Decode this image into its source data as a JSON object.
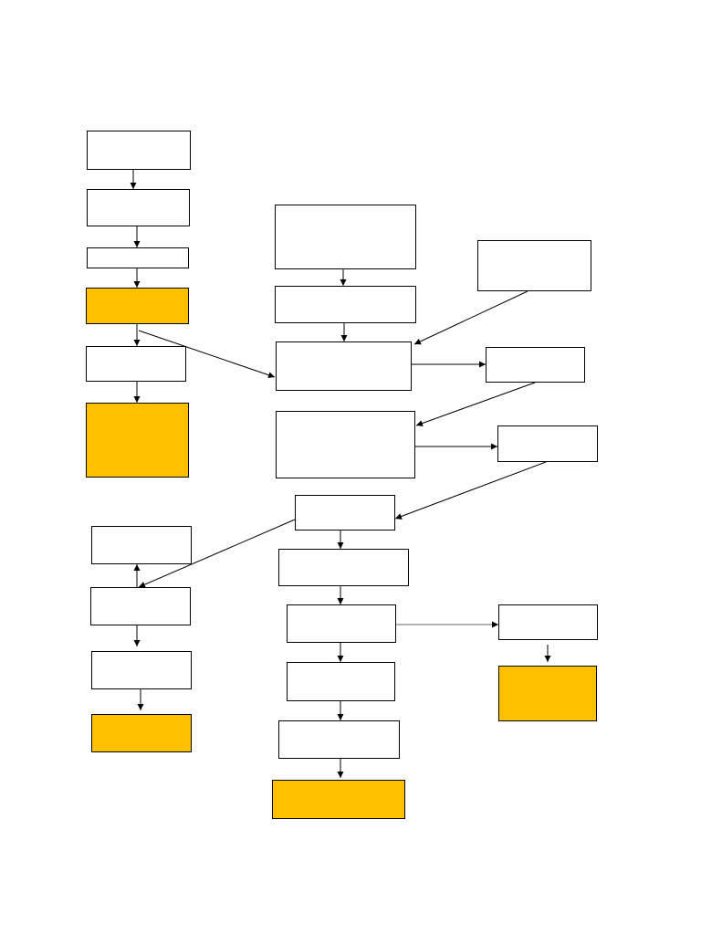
{
  "colors": {
    "highlight": "#FFC000",
    "line": "#000000",
    "background": "#FFFFFF"
  },
  "boxes": [
    {
      "id": "left-1",
      "label": "",
      "highlight": false
    },
    {
      "id": "left-2",
      "label": "",
      "highlight": false
    },
    {
      "id": "left-3",
      "label": "",
      "highlight": false
    },
    {
      "id": "left-4",
      "label": "",
      "highlight": true
    },
    {
      "id": "left-5",
      "label": "",
      "highlight": false
    },
    {
      "id": "left-6",
      "label": "",
      "highlight": true
    },
    {
      "id": "center-1",
      "label": "",
      "highlight": false
    },
    {
      "id": "center-2",
      "label": "",
      "highlight": false
    },
    {
      "id": "center-3",
      "label": "",
      "highlight": false
    },
    {
      "id": "center-4",
      "label": "",
      "highlight": false
    },
    {
      "id": "right-1",
      "label": "",
      "highlight": false
    },
    {
      "id": "right-2",
      "label": "",
      "highlight": false
    },
    {
      "id": "right-3",
      "label": "",
      "highlight": false
    },
    {
      "id": "mid-1",
      "label": "",
      "highlight": false
    },
    {
      "id": "mid-2",
      "label": "",
      "highlight": false
    },
    {
      "id": "mid-3",
      "label": "",
      "highlight": false
    },
    {
      "id": "mid-4",
      "label": "",
      "highlight": false
    },
    {
      "id": "mid-5",
      "label": "",
      "highlight": false
    },
    {
      "id": "mid-6",
      "label": "",
      "highlight": true
    },
    {
      "id": "lower-left-1",
      "label": "",
      "highlight": false
    },
    {
      "id": "lower-left-2",
      "label": "",
      "highlight": false
    },
    {
      "id": "lower-left-3",
      "label": "",
      "highlight": false
    },
    {
      "id": "lower-left-4",
      "label": "",
      "highlight": true
    },
    {
      "id": "lower-right-1",
      "label": "",
      "highlight": false
    },
    {
      "id": "lower-right-2",
      "label": "",
      "highlight": true
    }
  ],
  "connections": [
    {
      "from": "left-1",
      "to": "left-2"
    },
    {
      "from": "left-2",
      "to": "left-3"
    },
    {
      "from": "left-3",
      "to": "left-4"
    },
    {
      "from": "left-4",
      "to": "left-5"
    },
    {
      "from": "left-5",
      "to": "left-6"
    },
    {
      "from": "left-4",
      "to": "center-3"
    },
    {
      "from": "center-1",
      "to": "center-2"
    },
    {
      "from": "center-2",
      "to": "center-3"
    },
    {
      "from": "right-1",
      "to": "center-3"
    },
    {
      "from": "center-3",
      "to": "right-2"
    },
    {
      "from": "right-2",
      "to": "center-4"
    },
    {
      "from": "center-4",
      "to": "right-3"
    },
    {
      "from": "right-3",
      "to": "mid-1"
    },
    {
      "from": "mid-1",
      "to": "lower-left-2"
    },
    {
      "from": "lower-left-2",
      "to": "lower-left-1"
    },
    {
      "from": "lower-left-2",
      "to": "lower-left-3"
    },
    {
      "from": "lower-left-3",
      "to": "lower-left-4"
    },
    {
      "from": "mid-1",
      "to": "mid-2"
    },
    {
      "from": "mid-2",
      "to": "mid-3"
    },
    {
      "from": "mid-3",
      "to": "lower-right-1"
    },
    {
      "from": "lower-right-1",
      "to": "lower-right-2"
    },
    {
      "from": "mid-3",
      "to": "mid-4"
    },
    {
      "from": "mid-4",
      "to": "mid-5"
    },
    {
      "from": "mid-5",
      "to": "mid-6"
    }
  ]
}
